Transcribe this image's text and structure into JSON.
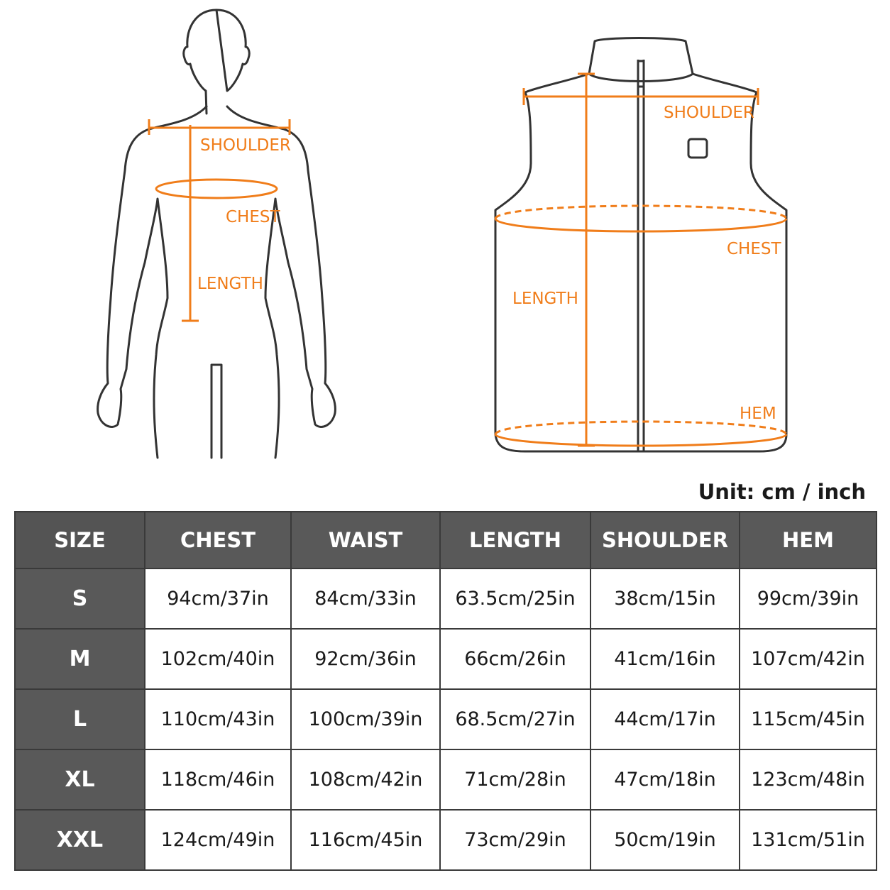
{
  "figure_labels": {
    "shoulder": "SHOULDER",
    "chest": "CHEST",
    "length": "LENGTH",
    "hem": "HEM"
  },
  "unit_label": "Unit: cm / inch",
  "table": {
    "columns": [
      "SIZE",
      "CHEST",
      "WAIST",
      "LENGTH",
      "SHOULDER",
      "HEM"
    ],
    "rows": [
      [
        "S",
        "94cm/37in",
        "84cm/33in",
        "63.5cm/25in",
        "38cm/15in",
        "99cm/39in"
      ],
      [
        "M",
        "102cm/40in",
        "92cm/36in",
        "66cm/26in",
        "41cm/16in",
        "107cm/42in"
      ],
      [
        "L",
        "110cm/43in",
        "100cm/39in",
        "68.5cm/27in",
        "44cm/17in",
        "115cm/45in"
      ],
      [
        "XL",
        "118cm/46in",
        "108cm/42in",
        "71cm/28in",
        "47cm/18in",
        "123cm/48in"
      ],
      [
        "XXL",
        "124cm/49in",
        "116cm/45in",
        "73cm/29in",
        "50cm/19in",
        "131cm/51in"
      ]
    ]
  },
  "colors": {
    "accent": "#f07d1a",
    "header_bg": "#595959",
    "outline": "#3a3a3a"
  }
}
